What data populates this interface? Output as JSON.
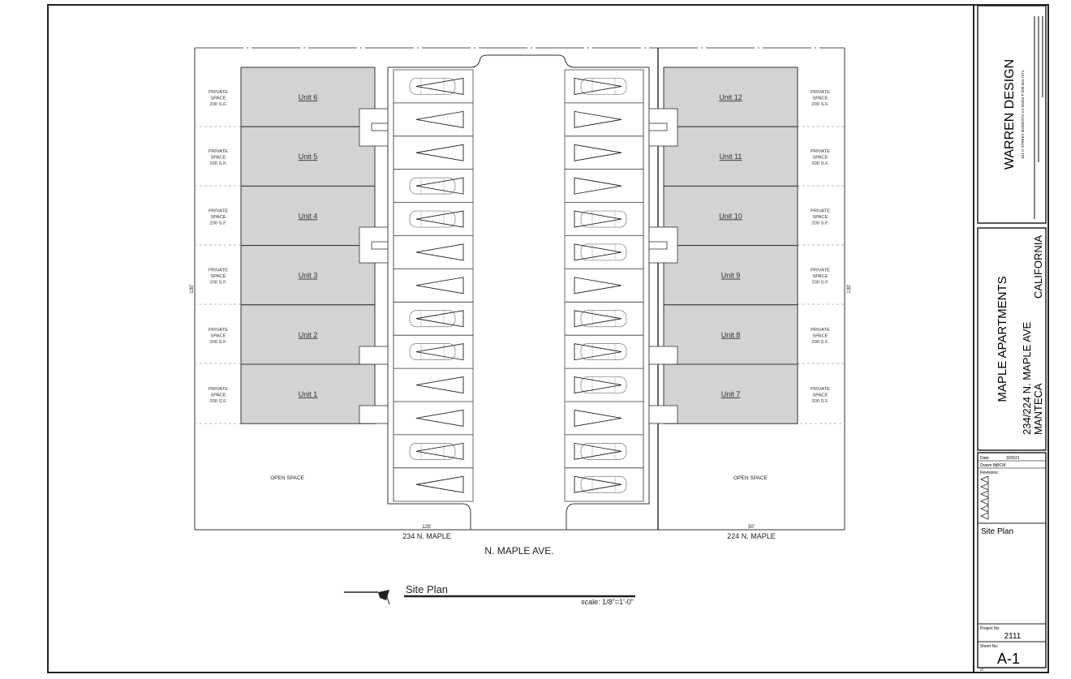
{
  "site": {
    "left_units": [
      "Unit 6",
      "Unit 5",
      "Unit 4",
      "Unit 3",
      "Unit 2",
      "Unit 1"
    ],
    "right_units": [
      "Unit 12",
      "Unit 11",
      "Unit 10",
      "Unit 9",
      "Unit 8",
      "Unit 7"
    ],
    "private_space": [
      "PRIVATE",
      "SPACE",
      "200 S.F."
    ],
    "open_space": "OPEN SPACE",
    "dim_depth": "130'",
    "dim_left_width": "125'",
    "dim_right_width": "50'",
    "lot_left": "234 N. MAPLE",
    "lot_right": "224 N. MAPLE",
    "street": "N. MAPLE AVE.",
    "plan_title": "Site Plan",
    "scale": "scale: 1/8\"=1'-0\""
  },
  "title_block": {
    "firm": "WARREN DESIGN",
    "firm_address": "621 H STREET  MODESTO CA 95354  P:209.554.7371",
    "project_name": "MAPLE APARTMENTS",
    "project_address": "234/224 N. MAPLE AVE",
    "project_city": "MANTECA",
    "project_state": "CALIFORNIA",
    "date_label": "Date:",
    "date_value": "3/26/21",
    "drawn_label": "Drawn By:",
    "drawn_value": "DCM",
    "revisions_label": "Revisions:",
    "sheet_title": "Site Plan",
    "project_no_label": "Project No:",
    "project_no": "2111",
    "sheet_no_label": "Sheet No:",
    "sheet_no": "A-1",
    "of_label": "of"
  },
  "colors": {
    "unit_fill": "#d3d3d3",
    "line": "#333333"
  },
  "icons": {
    "north_arrow": "north-arrow-icon",
    "parking_space": "parking-stall-icon",
    "car": "car-icon",
    "revision_delta": "revision-triangle-icon"
  }
}
